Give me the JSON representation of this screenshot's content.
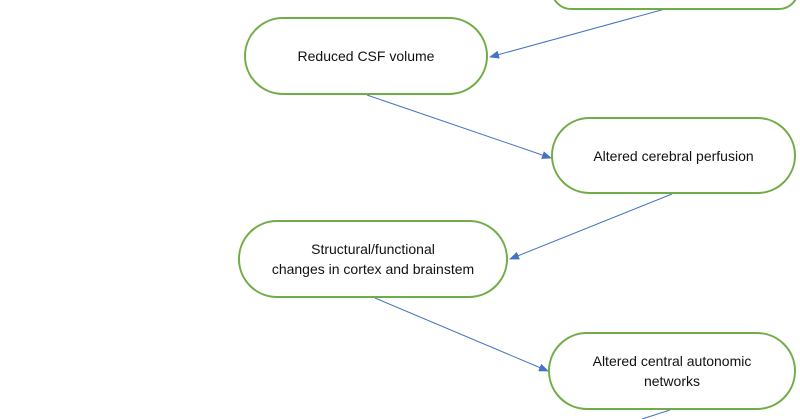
{
  "colors": {
    "node_border": "#70ad47",
    "arrow": "#4472c4",
    "text": "#111111"
  },
  "nodes": [
    {
      "id": "n0",
      "label": ""
    },
    {
      "id": "n1",
      "label": "Reduced CSF volume"
    },
    {
      "id": "n2",
      "label": "Altered cerebral perfusion"
    },
    {
      "id": "n3",
      "label": "Structural/functional\nchanges in cortex and brainstem"
    },
    {
      "id": "n4",
      "label": "Altered central autonomic\nnetworks"
    }
  ],
  "edges": [
    {
      "from": "n0",
      "to": "n1"
    },
    {
      "from": "n1",
      "to": "n2"
    },
    {
      "from": "n2",
      "to": "n3"
    },
    {
      "from": "n3",
      "to": "n4"
    },
    {
      "from": "n4",
      "to": "offscreen"
    }
  ]
}
